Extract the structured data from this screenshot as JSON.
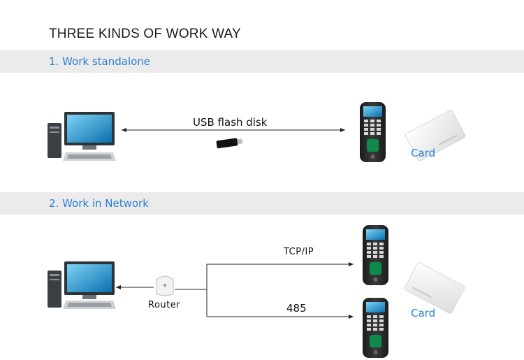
{
  "title": "THREE KINDS OF WORK WAY",
  "sections": [
    {
      "heading": "1. Work standalone",
      "link_label": "USB flash disk",
      "card_label": "Card"
    },
    {
      "heading": "2. Work in Network",
      "router_label": "Router",
      "tcp_label": "TCP/IP",
      "rs485_label": "485",
      "card_label": "Card"
    }
  ],
  "icons": [
    "desktop-computer-icon",
    "usb-flash-disk-icon",
    "fingerprint-terminal-icon",
    "rfid-card-icon",
    "router-icon"
  ],
  "colors": {
    "accent": "#2a7fd0",
    "band": "#ebebeb"
  }
}
